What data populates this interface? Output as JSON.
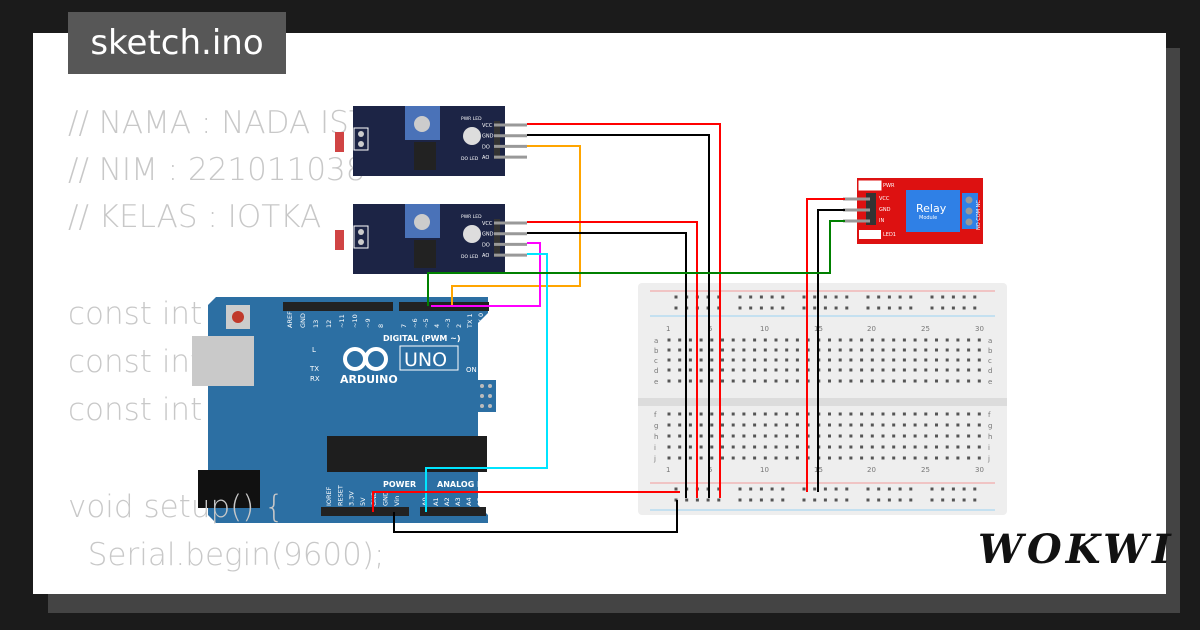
{
  "tab": {
    "filename": "sketch.ino"
  },
  "code": {
    "lines": [
      "// NAMA : NADA IST          HBI",
      "// NIM : 221011038",
      "// KELAS : IOTKA",
      "",
      "const int",
      "const int",
      "const int",
      "",
      "void setup() {",
      "  Serial.begin(9600);"
    ]
  },
  "sensors": [
    {
      "pins": [
        "VCC",
        "GND",
        "DO",
        "AO"
      ],
      "leds": [
        "PWR LED",
        "DO LED"
      ]
    },
    {
      "pins": [
        "VCC",
        "GND",
        "DO",
        "AO"
      ],
      "leds": [
        "PWR LED",
        "DO LED"
      ]
    }
  ],
  "relay": {
    "title": "Relay",
    "subtitle": "Module",
    "pins": [
      "VCC",
      "GND",
      "IN"
    ],
    "leds": [
      "PWR",
      "LED1"
    ],
    "terminal": "NO COM NC"
  },
  "arduino": {
    "brand": "ARDUINO",
    "model": "UNO",
    "digital_label": "DIGITAL (PWM ~)",
    "power_label": "POWER",
    "analog_label": "ANALOG IN",
    "aref": "AREF",
    "gnd": "GND",
    "on": "ON",
    "tx": "TX",
    "rx": "RX",
    "l": "L",
    "power_pins": [
      "IOREF",
      "RESET",
      "3.3V",
      "5V",
      "GND",
      "GND",
      "Vin"
    ],
    "analog_pins": [
      "A0",
      "A1",
      "A2",
      "A3",
      "A4",
      "A5"
    ],
    "digital_pins": [
      "13",
      "12",
      "~11",
      "~10",
      "~9",
      "8",
      "7",
      "~6",
      "~5",
      "4",
      "~3",
      "2",
      "TX 1",
      "RX 0"
    ]
  },
  "breadboard": {
    "col_numbers": [
      "1",
      "5",
      "10",
      "15",
      "20",
      "25",
      "30"
    ],
    "rows_top": [
      "a",
      "b",
      "c",
      "d",
      "e"
    ],
    "rows_bottom": [
      "f",
      "g",
      "h",
      "i",
      "j"
    ]
  },
  "wire_colors": {
    "vcc": "#ff0000",
    "gnd": "#000000",
    "do1": "#ffa500",
    "do2": "#ff00ff",
    "ao2": "#00e5ff",
    "relay_in": "#008000"
  },
  "logo": "WOKWI"
}
